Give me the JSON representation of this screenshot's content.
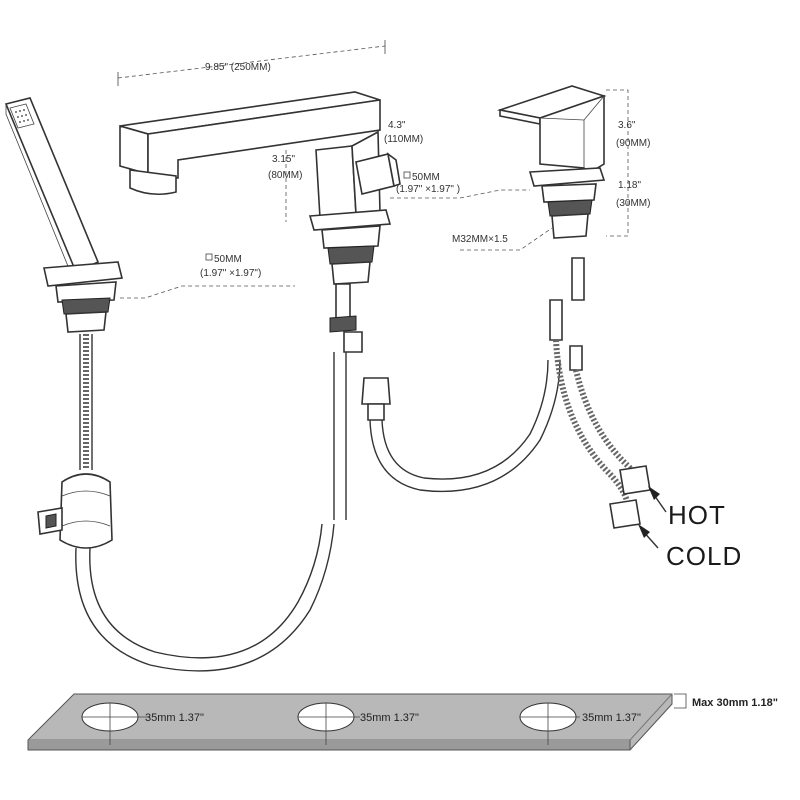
{
  "dimensions": {
    "spout_length": "9.85\" (250MM)",
    "spout_height_in": "4.3\"",
    "spout_height_mm": "(110MM)",
    "body_height_in": "3.15\"",
    "body_height_mm": "(80MM)",
    "handle_base_mm": "50MM",
    "handle_base_in": "(1.97\" ×1.97\")",
    "diverter_base_mm": "50MM",
    "diverter_base_in": "(1.97\" ×1.97\" )",
    "valve_height_in": "3.6\"",
    "valve_height_mm": "(90MM)",
    "valve_base_in": "1.18\"",
    "valve_base_mm": "(30MM)",
    "thread": "M32MM×1.5"
  },
  "labels": {
    "hot": "HOT",
    "cold": "COLD"
  },
  "deck": {
    "holes": [
      "35mm 1.37\"",
      "35mm 1.37\"",
      "35mm 1.37\""
    ],
    "max_thickness": "Max 30mm 1.18\""
  }
}
